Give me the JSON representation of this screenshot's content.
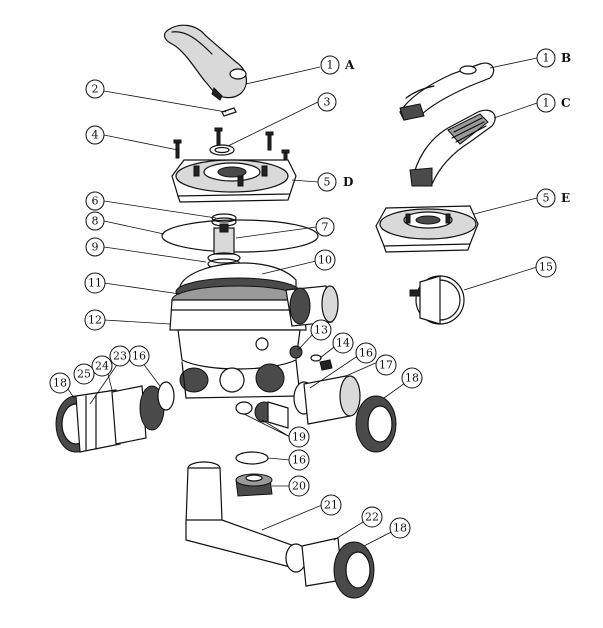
{
  "diagram": {
    "callouts": [
      {
        "number": "1",
        "variant": "A"
      },
      {
        "number": "1",
        "variant": "B"
      },
      {
        "number": "1",
        "variant": "C"
      },
      {
        "number": "2"
      },
      {
        "number": "3"
      },
      {
        "number": "4"
      },
      {
        "number": "5",
        "variant": "D"
      },
      {
        "number": "5",
        "variant": "E"
      },
      {
        "number": "6"
      },
      {
        "number": "7"
      },
      {
        "number": "8"
      },
      {
        "number": "9"
      },
      {
        "number": "10"
      },
      {
        "number": "11"
      },
      {
        "number": "12"
      },
      {
        "number": "13"
      },
      {
        "number": "14"
      },
      {
        "number": "15"
      },
      {
        "number": "16"
      },
      {
        "number": "16"
      },
      {
        "number": "16"
      },
      {
        "number": "17"
      },
      {
        "number": "18"
      },
      {
        "number": "18"
      },
      {
        "number": "18"
      },
      {
        "number": "19"
      },
      {
        "number": "20"
      },
      {
        "number": "21"
      },
      {
        "number": "22"
      },
      {
        "number": "23"
      },
      {
        "number": "24"
      },
      {
        "number": "25"
      }
    ]
  }
}
